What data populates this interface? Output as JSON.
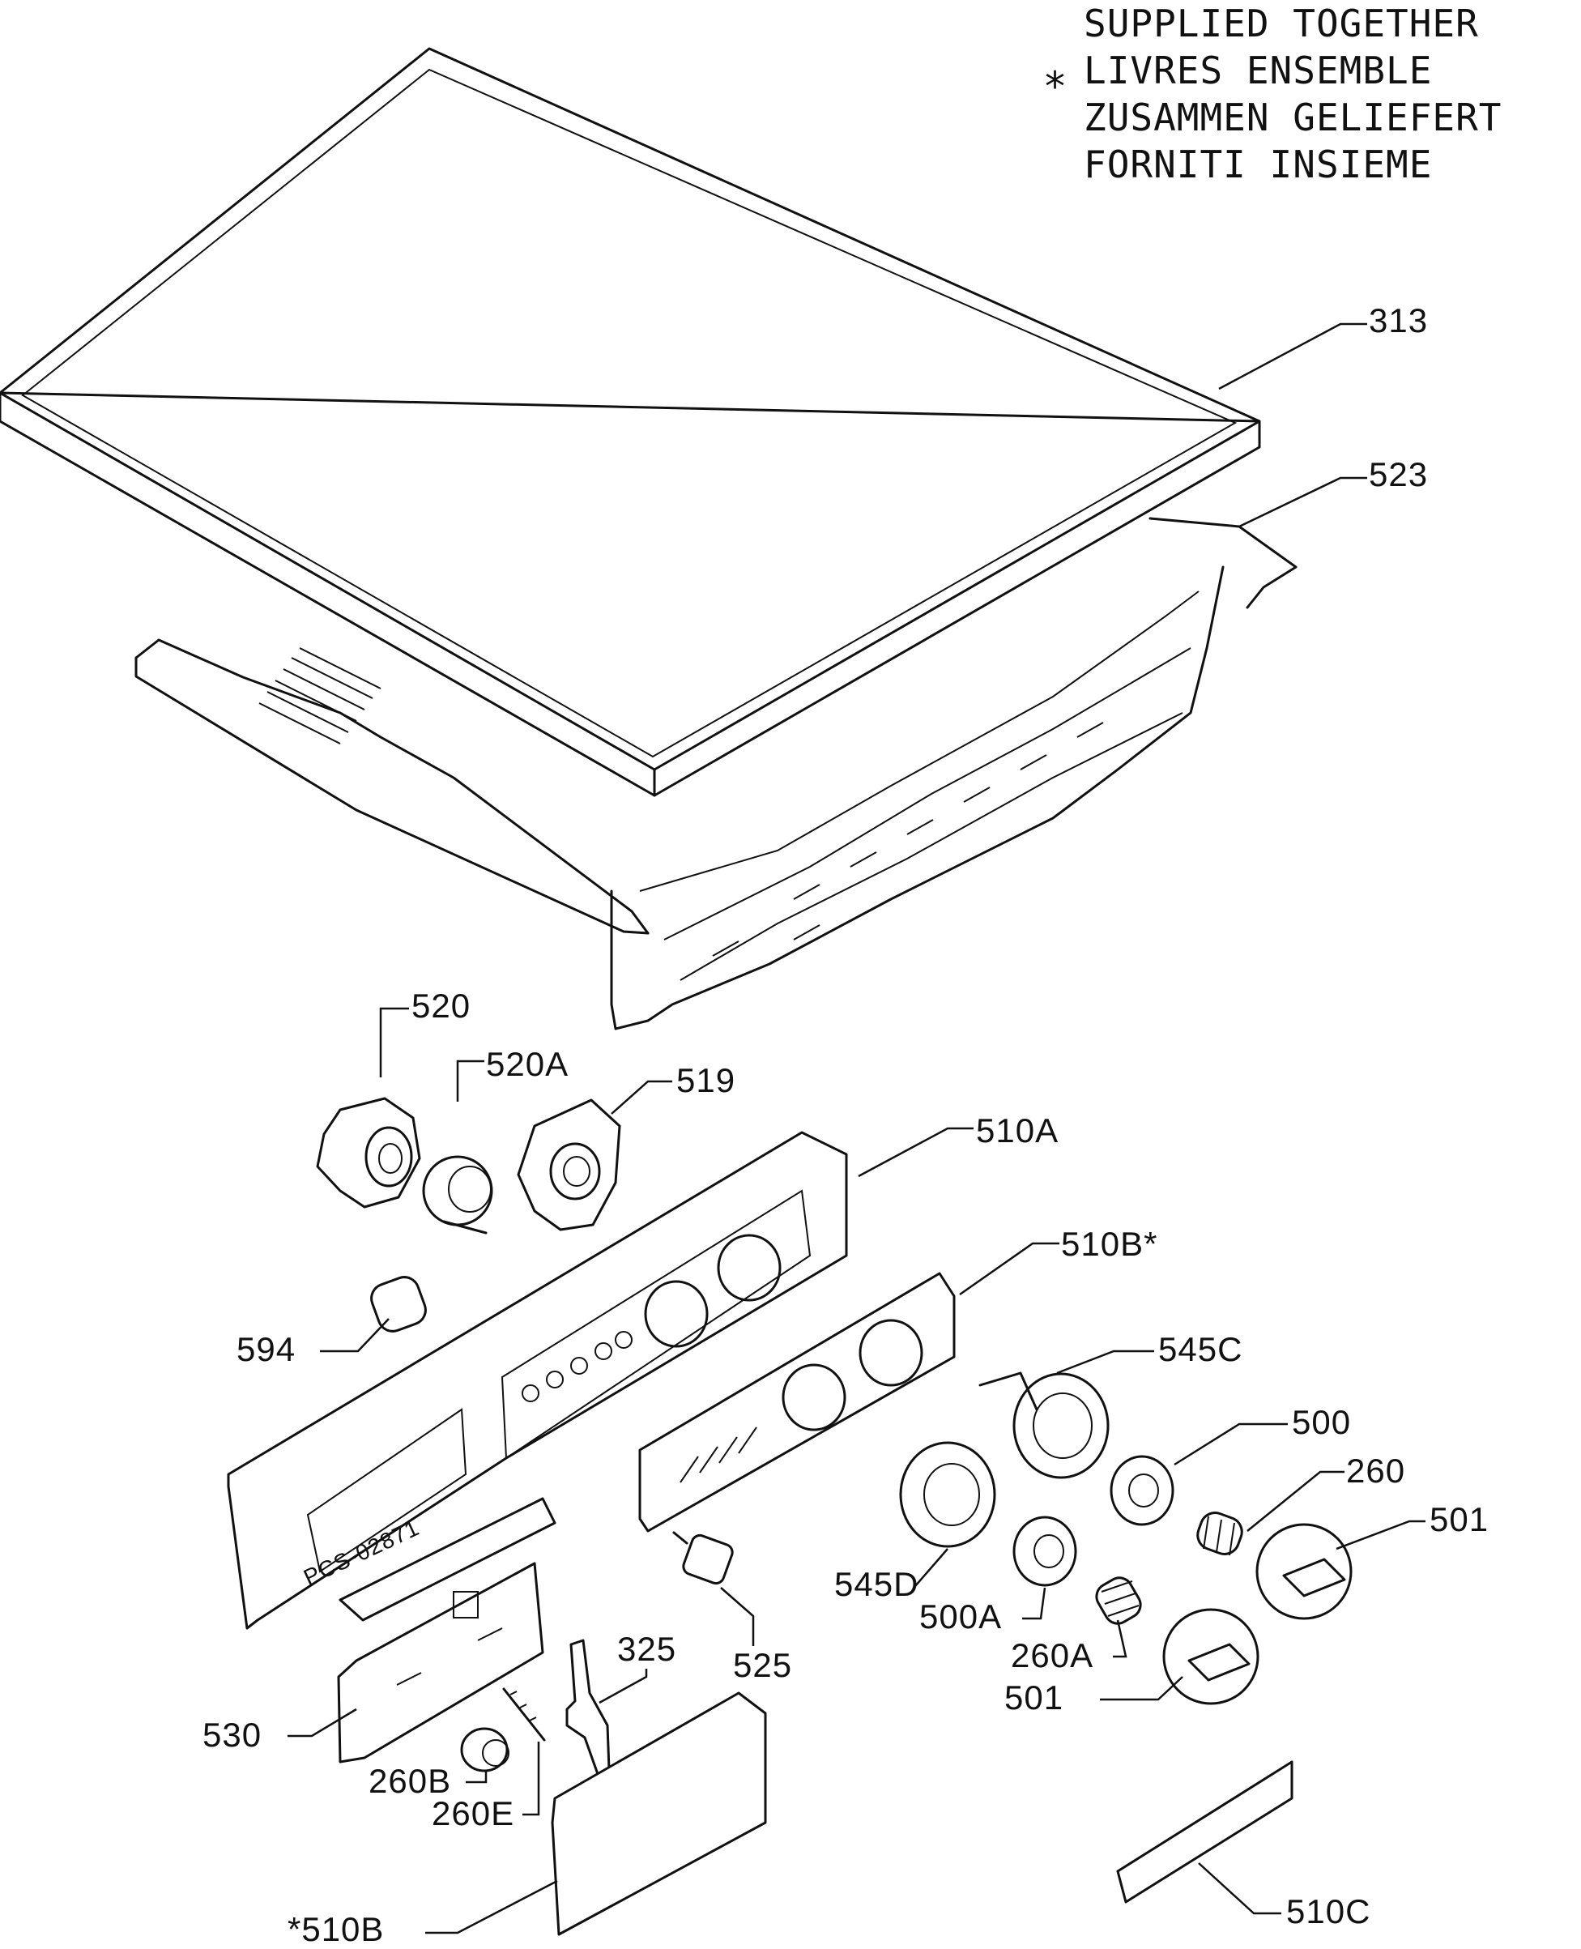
{
  "note": {
    "star": "*",
    "lines": [
      "SUPPLIED TOGETHER",
      "LIVRES ENSEMBLE",
      "ZUSAMMEN GELIEFERT",
      "FORNITI INSIEME"
    ]
  },
  "stamp": "PCS-02871",
  "parts": {
    "p313": "313",
    "p523": "523",
    "p520": "520",
    "p520A": "520A",
    "p519": "519",
    "p510A": "510A",
    "p510B_star": "510B*",
    "p594": "594",
    "p545C": "545C",
    "p500": "500",
    "p260": "260",
    "p501_right": "501",
    "p545D": "545D",
    "p500A": "500A",
    "p260A": "260A",
    "p501_left": "501",
    "p525": "525",
    "p325": "325",
    "p530": "530",
    "p260B": "260B",
    "p260E": "260E",
    "p510B_front": "*510B",
    "p510C": "510C"
  }
}
